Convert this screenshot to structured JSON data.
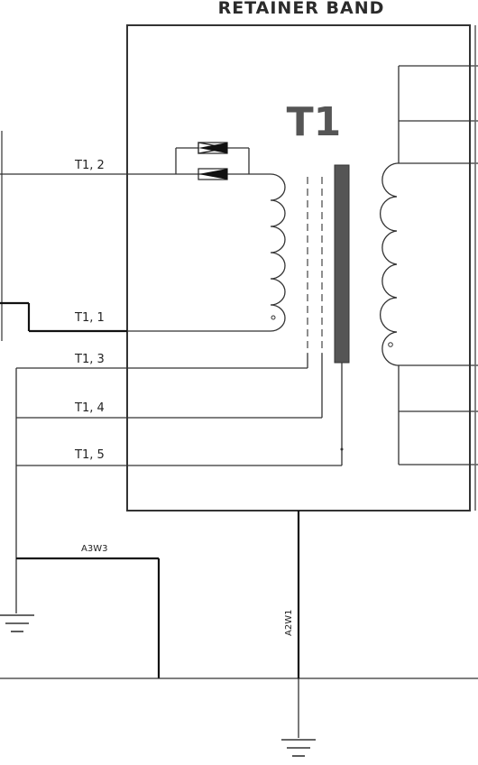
{
  "diagram": {
    "title": "RETAINER BAND",
    "transformer_label": "T1",
    "terminals": [
      "T1, 2",
      "T1, 1",
      "T1, 3",
      "T1, 4",
      "T1, 5"
    ],
    "cable_labels": {
      "ground_strap": "A3W3",
      "chassis_ground": "A2W1"
    }
  }
}
